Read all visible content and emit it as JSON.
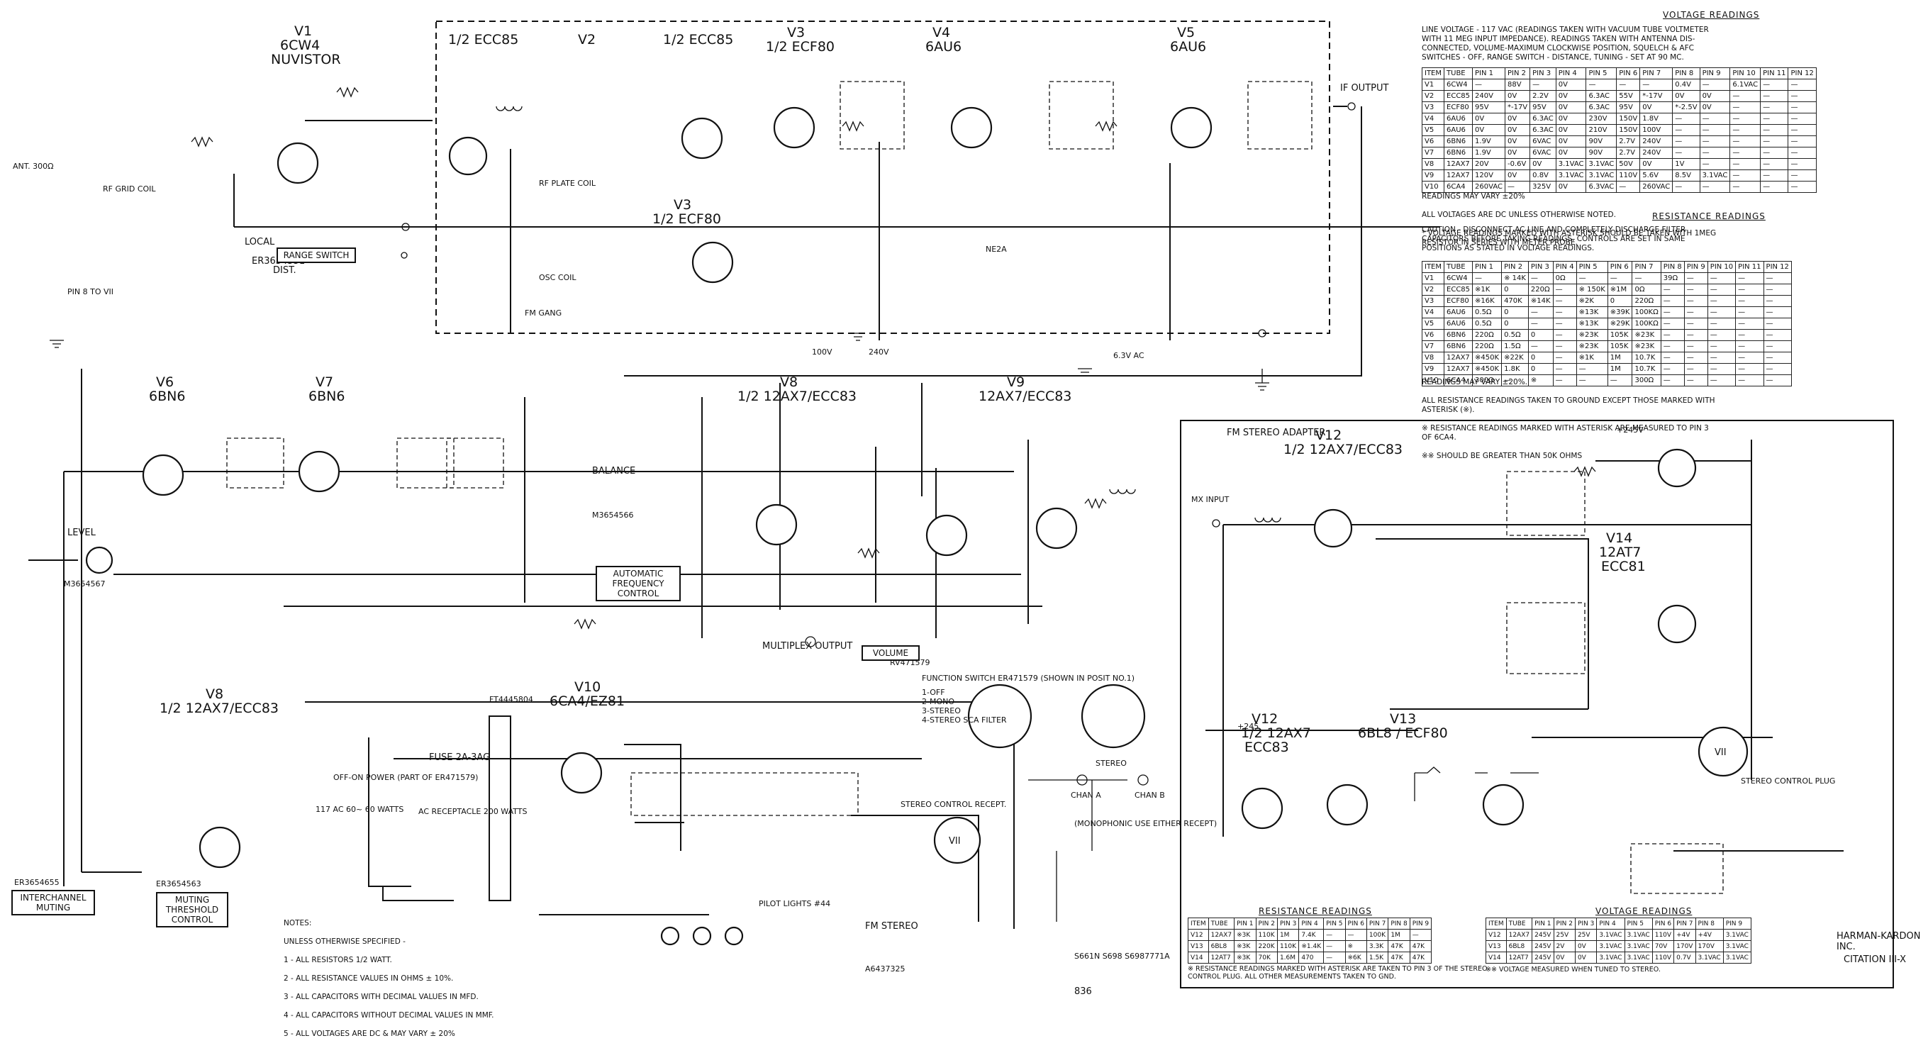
{
  "tubes": {
    "v1": {
      "ref": "V1",
      "type": "6CW4",
      "sub": "NUVISTOR"
    },
    "v2_top": {
      "ref": "V2",
      "half": "1/2 ECC85"
    },
    "v2_half": "1/2 ECC85",
    "v3": {
      "ref": "V3",
      "type": "1/2 ECF80"
    },
    "v3b": {
      "ref": "V3",
      "type": "1/2 ECF80"
    },
    "v4": {
      "ref": "V4",
      "type": "6AU6"
    },
    "v5": {
      "ref": "V5",
      "type": "6AU6"
    },
    "v6": {
      "ref": "V6",
      "type": "6BN6"
    },
    "v7": {
      "ref": "V7",
      "type": "6BN6"
    },
    "v8": {
      "ref": "V8",
      "type": "1/2 12AX7/ECC83"
    },
    "v9": {
      "ref": "V9",
      "type": "12AX7/ECC83"
    },
    "v8b": {
      "ref": "V8",
      "type": "1/2 12AX7/ECC83"
    },
    "v10": {
      "ref": "V10",
      "type": "6CA4/EZ81"
    },
    "v12a": {
      "ref": "V12",
      "type": "1/2 12AX7/ECC83"
    },
    "v12b": {
      "ref": "V12",
      "type": "1/2 12AX7",
      "type2": "ECC83"
    },
    "v13": {
      "ref": "V13",
      "type": "6BL8 / ECF80"
    },
    "v14": {
      "ref": "V14",
      "type": "12AT7",
      "type2": "ECC81"
    },
    "v11": "VII"
  },
  "labels": {
    "if_output": "IF OUTPUT",
    "antenna": "ANT. 300Ω",
    "range_switch": "RANGE SWITCH",
    "range_switch_part": "ER3654551",
    "local": "LOCAL",
    "dist": "DIST.",
    "level": "LEVEL",
    "level_part": "M3654567",
    "pin_note": "PIN 8 TO VII",
    "balance": "BALANCE",
    "balance_part": "M3654566",
    "afc": "AUTOMATIC FREQUENCY CONTROL",
    "afc_part": "ER3654655",
    "volume": "VOLUME",
    "volume_part": "RV471579",
    "multiplex_output": "MULTIPLEX OUTPUT",
    "interchannel_muting": "INTERCHANNEL MUTING",
    "interchannel_part": "ER3654655",
    "muting_threshold": "MUTING THRESHOLD CONTROL",
    "muting_part": "ER3654563",
    "fuse": "FUSE 2A-3AG",
    "ac_receptacle": "AC RECEPTACLE 200 WATTS",
    "power": "117 AC 60~ 60 WATTS",
    "off_on": "OFF-ON POWER (PART OF ER471579)",
    "function_switch": "FUNCTION SWITCH ER471579 (SHOWN IN POSIT NO.1)",
    "function_positions": [
      "1-OFF",
      "2-MONO",
      "3-STEREO",
      "4-STEREO SCA FILTER"
    ],
    "stereo_control_recept": "STEREO CONTROL RECEPT.",
    "monophonic": "(MONOPHONIC USE EITHER RECEPT)",
    "chan_a": "CHAN A",
    "chan_b": "CHAN B",
    "stereo": "STEREO",
    "fm_stereo": "FM STEREO",
    "fm_stereo_part": "A6437325",
    "pilot_lights": "PILOT LIGHTS #44",
    "mx_input": "MX INPUT",
    "stereo_control_plug": "STEREO CONTROL PLUG",
    "fm_stereo_adapter": "FM STEREO ADAPTER",
    "plate_coil": "RF PLATE COIL",
    "grid_coil": "RF GRID COIL",
    "osc_coil": "OSC COIL",
    "fm_gang": "FM GANG",
    "neon": "NE2A",
    "xfmr": "FT4445804",
    "b_plus": "+245",
    "b_plus_v": "+245V",
    "v240": "240V",
    "v100": "100V",
    "v63ac": "6.3V AC",
    "drawing_ref": "S661N S698 S6987771A",
    "drawing_no": "836"
  },
  "notes": {
    "title": "NOTES:",
    "lines": [
      "UNLESS OTHERWISE SPECIFIED -",
      "1 - ALL RESISTORS 1/2 WATT.",
      "2 - ALL RESISTANCE VALUES IN OHMS ± 10%.",
      "3 - ALL CAPACITORS WITH DECIMAL VALUES IN MFD.",
      "4 - ALL CAPACITORS WITHOUT DECIMAL VALUES IN MMF.",
      "5 - ALL VOLTAGES ARE DC & MAY VARY ± 20%"
    ]
  },
  "voltage_readings": {
    "title": "VOLTAGE READINGS",
    "intro": "LINE VOLTAGE - 117 VAC (READINGS TAKEN WITH VACUUM TUBE VOLTMETER WITH 11 MEG INPUT IMPEDANCE). READINGS TAKEN WITH ANTENNA DIS- CONNECTED, VOLUME-MAXIMUM CLOCKWISE POSITION, SQUELCH & AFC SWITCHES - OFF, RANGE SWITCH - DISTANCE, TUNING - SET AT 90 MC.",
    "header": [
      "ITEM",
      "TUBE",
      "PIN 1",
      "PIN 2",
      "PIN 3",
      "PIN 4",
      "PIN 5",
      "PIN 6",
      "PIN 7",
      "PIN 8",
      "PIN 9",
      "PIN 10",
      "PIN 11",
      "PIN 12"
    ],
    "rows": [
      [
        "V1",
        "6CW4",
        "—",
        "88V",
        "—",
        "0V",
        "—",
        "—",
        "—",
        "0.4V",
        "—",
        "6.1VAC",
        "—",
        "—"
      ],
      [
        "V2",
        "ECC85",
        "240V",
        "0V",
        "2.2V",
        "0V",
        "6.3AC",
        "55V",
        "*-17V",
        "0V",
        "0V",
        "—",
        "—",
        "—"
      ],
      [
        "V3",
        "ECF80",
        "95V",
        "*-17V",
        "95V",
        "0V",
        "6.3AC",
        "95V",
        "0V",
        "*-2.5V",
        "0V",
        "—",
        "—",
        "—"
      ],
      [
        "V4",
        "6AU6",
        "0V",
        "0V",
        "6.3AC",
        "0V",
        "230V",
        "150V",
        "1.8V",
        "—",
        "—",
        "—",
        "—",
        "—"
      ],
      [
        "V5",
        "6AU6",
        "0V",
        "0V",
        "6.3AC",
        "0V",
        "210V",
        "150V",
        "100V",
        "—",
        "—",
        "—",
        "—",
        "—"
      ],
      [
        "V6",
        "6BN6",
        "1.9V",
        "0V",
        "6VAC",
        "0V",
        "90V",
        "2.7V",
        "240V",
        "—",
        "—",
        "—",
        "—",
        "—"
      ],
      [
        "V7",
        "6BN6",
        "1.9V",
        "0V",
        "6VAC",
        "0V",
        "90V",
        "2.7V",
        "240V",
        "—",
        "—",
        "—",
        "—",
        "—"
      ],
      [
        "V8",
        "12AX7",
        "20V",
        "-0.6V",
        "0V",
        "3.1VAC",
        "3.1VAC",
        "50V",
        "0V",
        "1V",
        "—",
        "—",
        "—",
        "—"
      ],
      [
        "V9",
        "12AX7",
        "120V",
        "0V",
        "0.8V",
        "3.1VAC",
        "3.1VAC",
        "110V",
        "5.6V",
        "8.5V",
        "3.1VAC",
        "—",
        "—",
        "—"
      ],
      [
        "V10",
        "6CA4",
        "260VAC",
        "—",
        "325V",
        "0V",
        "6.3VAC",
        "—",
        "260VAC",
        "—",
        "—",
        "—",
        "—",
        "—"
      ]
    ],
    "notes": [
      "READINGS MAY VARY ±20%",
      "ALL VOLTAGES ARE DC UNLESS OTHERWISE NOTED.",
      "* VOLTAGE READINGS MARKED WITH ASTERISK SHOULD BE TAKEN WITH 1MEG RESISTOR IN SERIES WITH METER PROBE."
    ]
  },
  "resistance_readings": {
    "title": "RESISTANCE READINGS",
    "intro": "CAUTION - DISCONNECT AC LINE AND COMPLETELY DISCHARGE FILTER CAPACITORS BEFORE TAKING READINGS. CONTROLS ARE SET IN SAME POSITIONS AS STATED IN VOLTAGE READINGS.",
    "header": [
      "ITEM",
      "TUBE",
      "PIN 1",
      "PIN 2",
      "PIN 3",
      "PIN 4",
      "PIN 5",
      "PIN 6",
      "PIN 7",
      "PIN 8",
      "PIN 9",
      "PIN 10",
      "PIN 11",
      "PIN 12"
    ],
    "rows": [
      [
        "V1",
        "6CW4",
        "—",
        "※ 14K",
        "—",
        "0Ω",
        "—",
        "—",
        "—",
        "39Ω",
        "—",
        "—",
        "—",
        "—"
      ],
      [
        "V2",
        "ECC85",
        "※1K",
        "0",
        "220Ω",
        "—",
        "※ 150K",
        "※1M",
        "0Ω",
        "—",
        "—",
        "—",
        "—",
        "—"
      ],
      [
        "V3",
        "ECF80",
        "※16K",
        "470K",
        "※14K",
        "—",
        "※2K",
        "0",
        "220Ω",
        "—",
        "—",
        "—",
        "—",
        "—"
      ],
      [
        "V4",
        "6AU6",
        "0.5Ω",
        "0",
        "—",
        "—",
        "※13K",
        "※39K",
        "100KΩ",
        "—",
        "—",
        "—",
        "—",
        "—"
      ],
      [
        "V5",
        "6AU6",
        "0.5Ω",
        "0",
        "—",
        "—",
        "※13K",
        "※29K",
        "100KΩ",
        "—",
        "—",
        "—",
        "—",
        "—"
      ],
      [
        "V6",
        "6BN6",
        "220Ω",
        "0.5Ω",
        "0",
        "—",
        "※23K",
        "105K",
        "※23K",
        "—",
        "—",
        "—",
        "—",
        "—"
      ],
      [
        "V7",
        "6BN6",
        "220Ω",
        "1.5Ω",
        "—",
        "—",
        "※23K",
        "105K",
        "※23K",
        "—",
        "—",
        "—",
        "—",
        "—"
      ],
      [
        "V8",
        "12AX7",
        "※450K",
        "※22K",
        "0",
        "—",
        "※1K",
        "1M",
        "10.7K",
        "—",
        "—",
        "—",
        "—",
        "—"
      ],
      [
        "V9",
        "12AX7",
        "※450K",
        "1.8K",
        "0",
        "—",
        "—",
        "1M",
        "10.7K",
        "—",
        "—",
        "—",
        "—",
        "—"
      ],
      [
        "V10",
        "6CA4",
        "300Ω",
        "—",
        "※",
        "—",
        "—",
        "—",
        "300Ω",
        "—",
        "—",
        "—",
        "—",
        "—"
      ]
    ],
    "notes": [
      "READINGS MAY VARY ±20%.",
      "ALL RESISTANCE READINGS TAKEN TO GROUND EXCEPT THOSE MARKED WITH ASTERISK (※).",
      "※ RESISTANCE READINGS MARKED WITH ASTERISK ARE MEASURED TO PIN 3 OF 6CA4.",
      "※※ SHOULD BE GREATER THAN 50K OHMS"
    ]
  },
  "adapter_resistance": {
    "title": "RESISTANCE READINGS",
    "header": [
      "ITEM",
      "TUBE",
      "PIN 1",
      "PIN 2",
      "PIN 3",
      "PIN 4",
      "PIN 5",
      "PIN 6",
      "PIN 7",
      "PIN 8",
      "PIN 9"
    ],
    "rows": [
      [
        "V12",
        "12AX7",
        "※3K",
        "110K",
        "1M",
        "7.4K",
        "—",
        "—",
        "100K",
        "1M",
        "—"
      ],
      [
        "V13",
        "6BL8",
        "※3K",
        "220K",
        "110K",
        "※1.4K",
        "—",
        "※",
        "3.3K",
        "47K",
        "47K"
      ],
      [
        "V14",
        "12AT7",
        "※3K",
        "70K",
        "1.6M",
        "470",
        "—",
        "※6K",
        "1.5K",
        "47K",
        "47K"
      ]
    ],
    "note": "※ RESISTANCE READINGS MARKED WITH ASTERISK ARE TAKEN TO PIN 3 OF THE STEREO CONTROL PLUG. ALL OTHER MEASUREMENTS TAKEN TO GND."
  },
  "adapter_voltage": {
    "title": "VOLTAGE READINGS",
    "header": [
      "ITEM",
      "TUBE",
      "PIN 1",
      "PIN 2",
      "PIN 3",
      "PIN 4",
      "PIN 5",
      "PIN 6",
      "PIN 7",
      "PIN 8",
      "PIN 9"
    ],
    "rows": [
      [
        "V12",
        "12AX7",
        "245V",
        "25V",
        "25V",
        "3.1VAC",
        "3.1VAC",
        "110V",
        "+4V",
        "+4V",
        "3.1VAC"
      ],
      [
        "V13",
        "6BL8",
        "245V",
        "2V",
        "0V",
        "3.1VAC",
        "3.1VAC",
        "70V",
        "170V",
        "170V",
        "3.1VAC"
      ],
      [
        "V14",
        "12AT7",
        "245V",
        "0V",
        "0V",
        "3.1VAC",
        "3.1VAC",
        "110V",
        "0.7V",
        "3.1VAC",
        "3.1VAC"
      ]
    ],
    "note": "※※ VOLTAGE MEASURED WHEN TUNED TO STEREO."
  },
  "brand": {
    "company": "HARMAN-KARDON INC.",
    "model": "CITATION III-X"
  }
}
